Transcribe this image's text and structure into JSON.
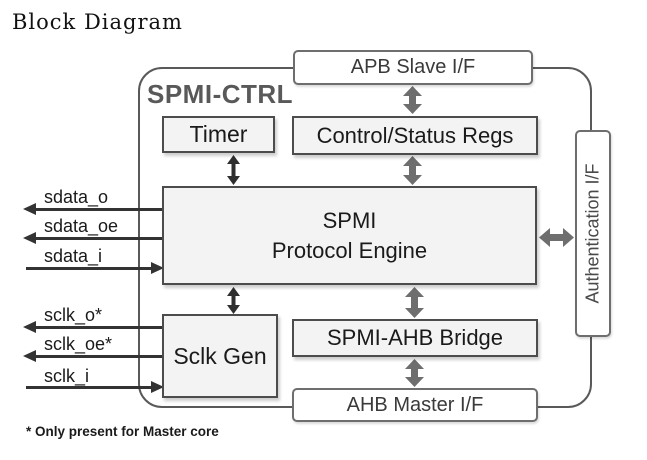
{
  "title": "Block Diagram",
  "diagram": {
    "container_label": "SPMI-CTRL",
    "blocks": {
      "apb_slave": {
        "label": "APB Slave I/F"
      },
      "timer": {
        "label": "Timer"
      },
      "control_status_regs": {
        "label": "Control/Status Regs"
      },
      "spmi_protocol_engine": {
        "line1": "SPMI",
        "line2": "Protocol Engine"
      },
      "sclk_gen": {
        "label": "Sclk Gen"
      },
      "spmi_ahb_bridge": {
        "label": "SPMI-AHB Bridge"
      },
      "ahb_master": {
        "label": "AHB Master I/F"
      },
      "authentication": {
        "label": "Authentication I/F"
      }
    },
    "signals": [
      {
        "label": "sdata_o",
        "direction": "out"
      },
      {
        "label": "sdata_oe",
        "direction": "out"
      },
      {
        "label": "sdata_i",
        "direction": "in"
      },
      {
        "label": "sclk_o*",
        "direction": "out"
      },
      {
        "label": "sclk_oe*",
        "direction": "out"
      },
      {
        "label": "sclk_i",
        "direction": "in"
      }
    ],
    "footnote": "* Only present for Master core",
    "colors": {
      "arrow_gray": "#6e6e6e",
      "arrow_dark": "#2f2f2f",
      "signal_line": "#333333",
      "box_fill": "#f3f3f3",
      "box_border": "#4c4c4c",
      "container_border": "#595959",
      "container_label": "#595959"
    }
  }
}
